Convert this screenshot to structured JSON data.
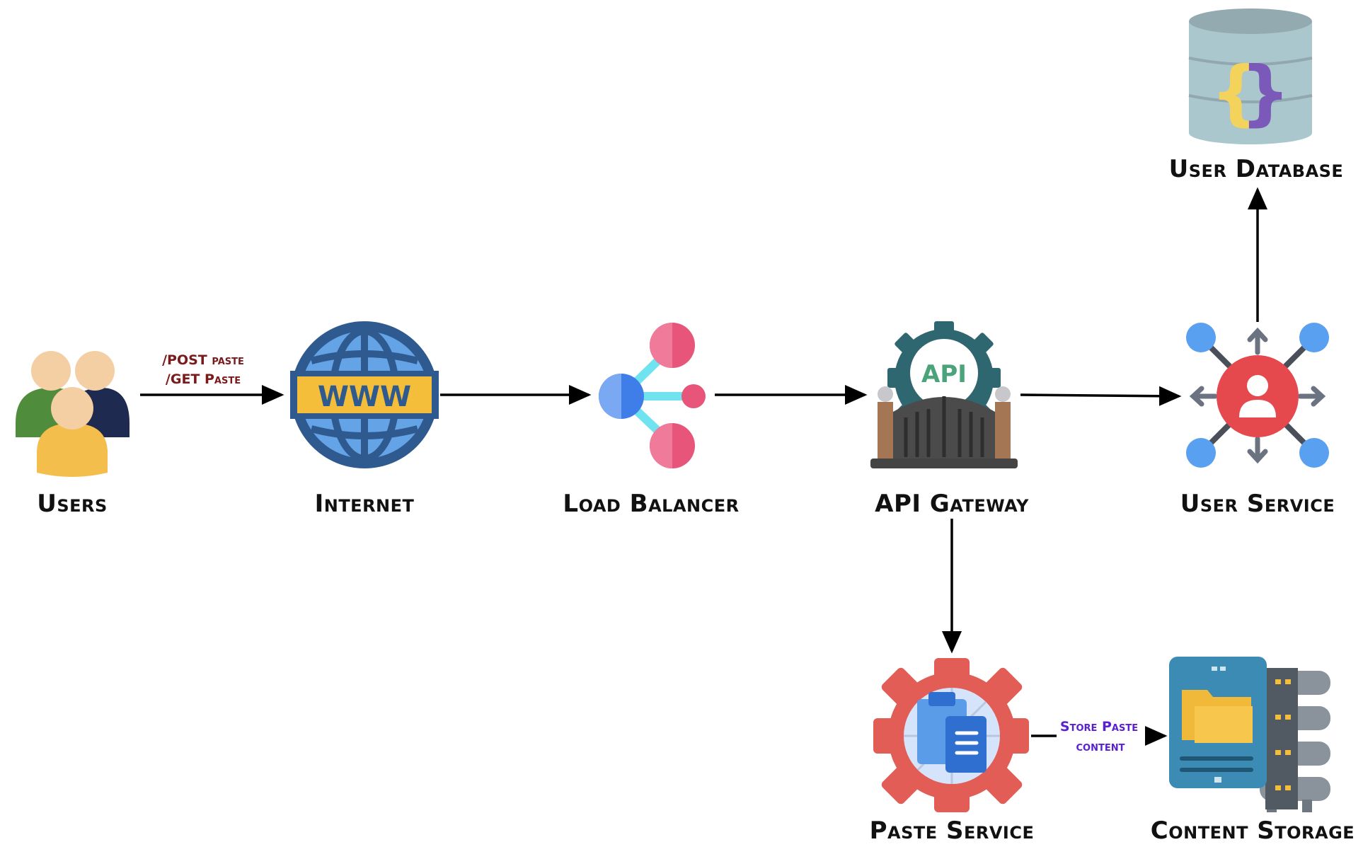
{
  "nodes": {
    "users": {
      "label": "Users",
      "icon": "users-group-icon"
    },
    "internet": {
      "label": "Internet",
      "icon": "www-globe-icon"
    },
    "load_balancer": {
      "label": "Load Balancer",
      "icon": "load-balancer-icon"
    },
    "api_gateway": {
      "label": "API Gateway",
      "icon": "api-gateway-icon",
      "badge": "API"
    },
    "user_service": {
      "label": "User Service",
      "icon": "user-service-icon"
    },
    "user_database": {
      "label": "User Database",
      "icon": "json-database-icon"
    },
    "paste_service": {
      "label": "Paste Service",
      "icon": "paste-service-gear-icon"
    },
    "content_storage": {
      "label": "Content Storage",
      "icon": "content-storage-server-icon"
    }
  },
  "globe_text": "WWW",
  "edges": {
    "users_internet": {
      "line1": "/POST paste",
      "line2": "/GET Paste",
      "color": "#7a1a1a"
    },
    "paste_storage": {
      "line1": "Store Paste",
      "line2": "content",
      "color": "#5a1fd1"
    }
  },
  "colors": {
    "arrow": "#000000",
    "label": "#111111"
  }
}
